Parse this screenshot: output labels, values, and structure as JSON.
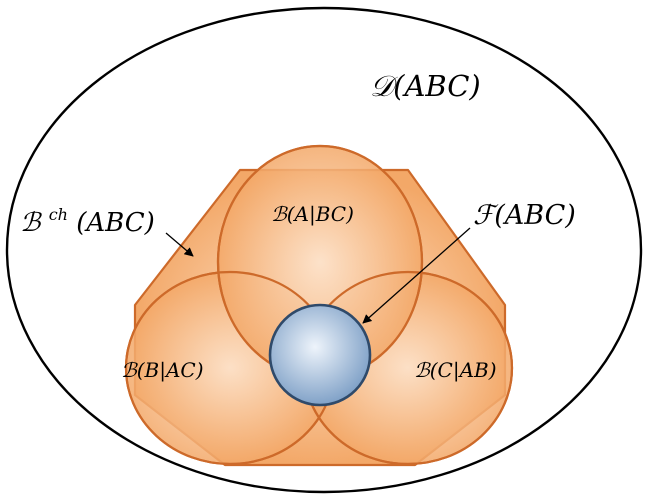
{
  "labels": {
    "outer_set": "𝒟(ABC)",
    "convex_hull_base": "ℬ",
    "convex_hull_sup": "ch",
    "convex_hull_arg": "(ABC)",
    "set_top": "ℬ(A|BC)",
    "set_left": "ℬ(B|AC)",
    "set_right": "ℬ(C|AB)",
    "inner_set": "ℱ(ABC)"
  },
  "colors": {
    "outline": "#000000",
    "lobe_stroke": "#cd6a2a",
    "lobe_fill_edge": "#f3a868",
    "lobe_fill_center": "#fde5cf",
    "inner_ball_edge": "#7d9fc6",
    "inner_ball_center": "#eef4fb",
    "inner_ball_stroke": "#2f4a6a",
    "hatch": "#7a7a7a"
  }
}
